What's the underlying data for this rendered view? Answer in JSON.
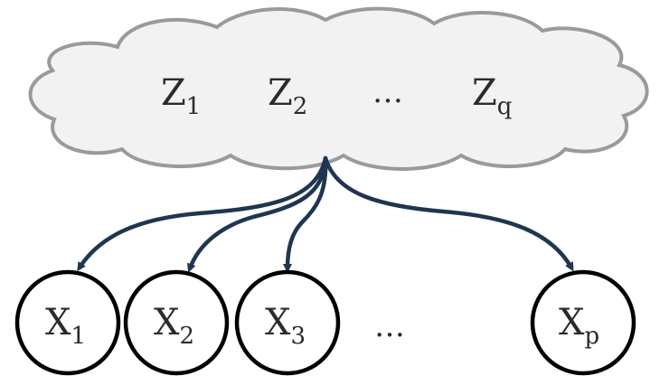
{
  "latent": {
    "z1": {
      "base": "Z",
      "sub": "1"
    },
    "z2": {
      "base": "Z",
      "sub": "2"
    },
    "ellipsis": "…",
    "zq": {
      "base": "Z",
      "sub": "q"
    }
  },
  "observed": {
    "x1": {
      "base": "X",
      "sub": "1"
    },
    "x2": {
      "base": "X",
      "sub": "2"
    },
    "x3": {
      "base": "X",
      "sub": "3"
    },
    "ellipsis": "…",
    "xp": {
      "base": "X",
      "sub": "p"
    }
  },
  "colors": {
    "cloud_fill": "#f2f2f2",
    "cloud_stroke": "#9a9a9a",
    "arrow": "#1f3550",
    "node_stroke": "#000000"
  }
}
